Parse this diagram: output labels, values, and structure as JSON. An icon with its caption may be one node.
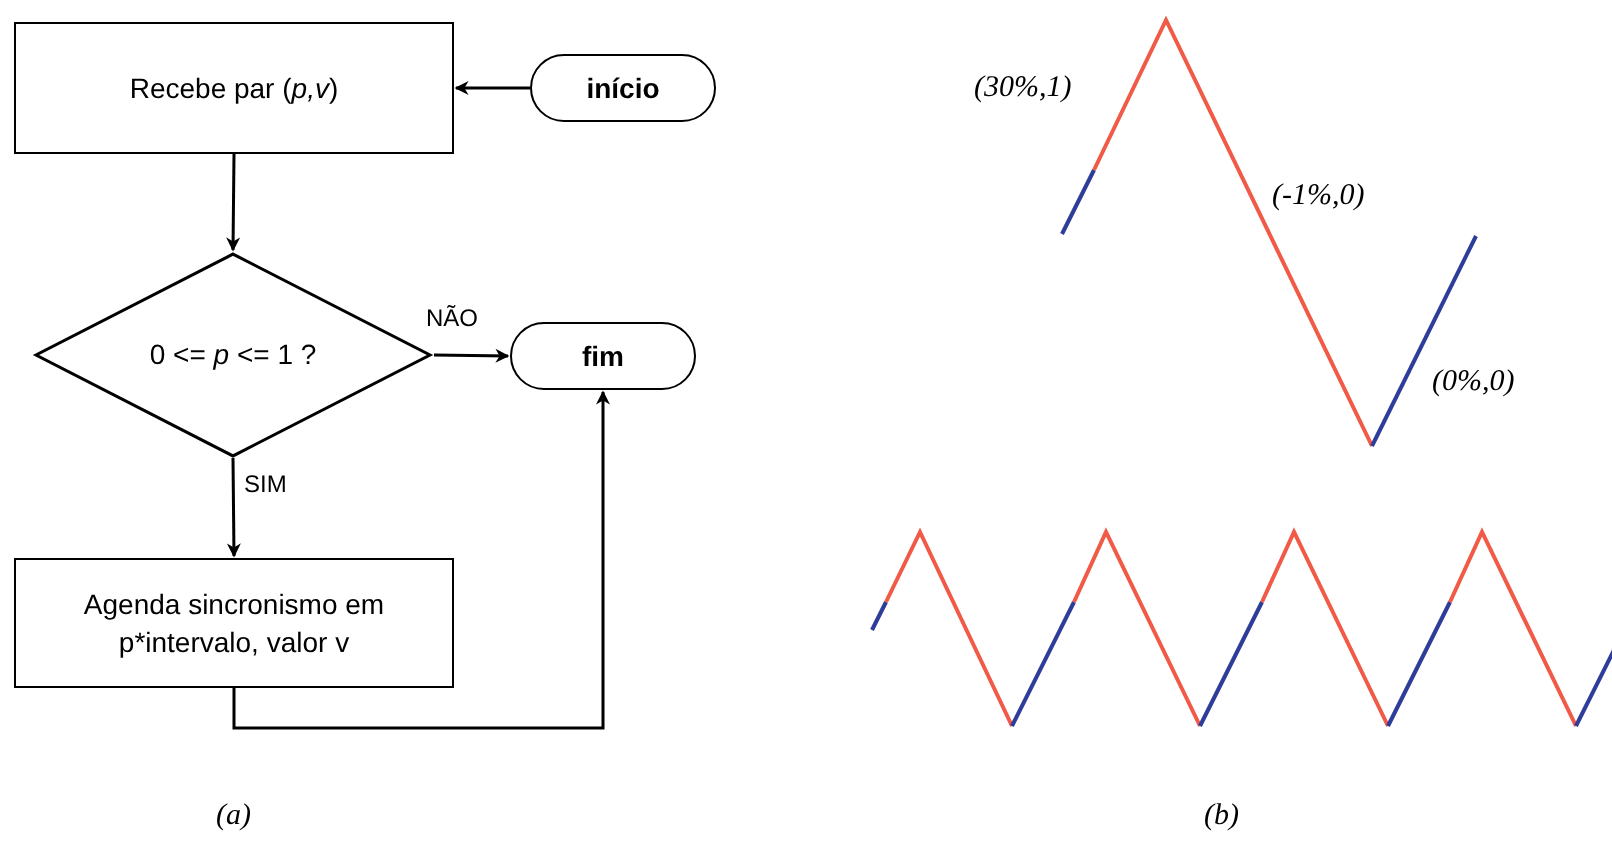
{
  "diagram": {
    "nodes": [
      {
        "text": [
          "Recebe par (*p,v*)"
        ]
      },
      {
        "text": [
          "início"
        ]
      },
      {
        "text": [
          "0 <= *p* <= 1 ?"
        ]
      },
      {
        "text": [
          "fim"
        ]
      },
      {
        "text": [
          "Agenda sincronismo em p*intervalo, valor v"
        ]
      }
    ],
    "edges": [
      {
        "from": 1,
        "to": 0,
        "arrow": "to"
      },
      {
        "from": 0,
        "to": 2,
        "arrow": "to"
      },
      {
        "from": 2,
        "to": 3,
        "arrow": "to",
        "label": "NÃO"
      },
      {
        "from": 2,
        "to": 4,
        "arrow": "to",
        "label": "SIM"
      },
      {
        "from": 4,
        "to": 3,
        "arrow": "to"
      }
    ],
    "labels": [
      "(a)",
      "(30%,1)",
      "(-1%,0)",
      "(0%,0)",
      "(b)"
    ]
  }
}
